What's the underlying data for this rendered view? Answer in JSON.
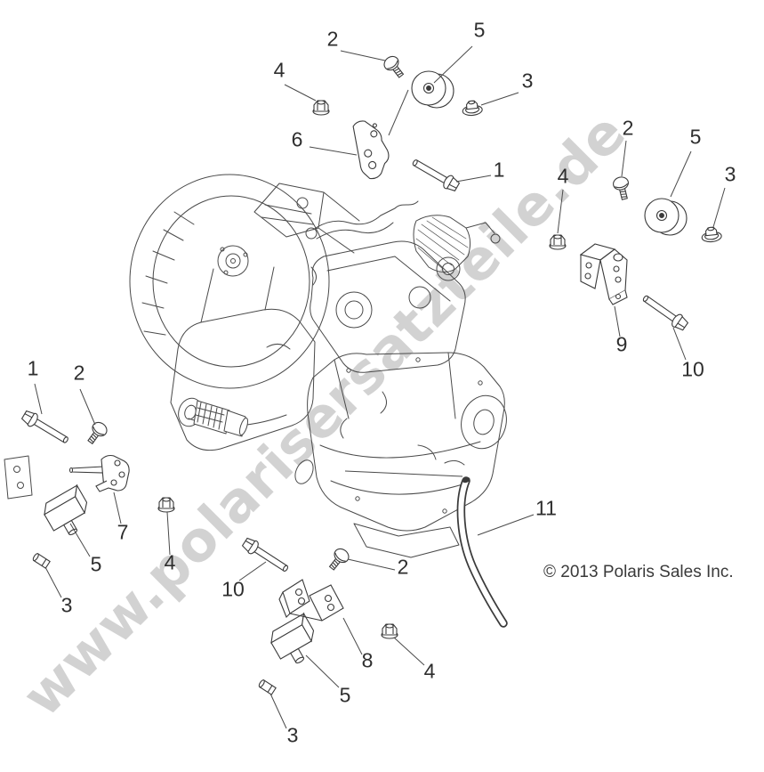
{
  "page": {
    "background_color": "#ffffff"
  },
  "watermark": {
    "text": "www.polarisersatzteile.de",
    "color": "#d2d2d2"
  },
  "footer": {
    "copyright": "© 2013 Polaris Sales Inc."
  },
  "diagram": {
    "description": "Exploded parts view of engine and transmission mounting hardware",
    "ink_color": "#3b3b3b",
    "callouts": [
      {
        "label": "2",
        "part": "carriage-screw-top"
      },
      {
        "label": "4",
        "part": "flange-nut-top"
      },
      {
        "label": "6",
        "part": "mount-bracket-top"
      },
      {
        "label": "5",
        "part": "isolator-disc-top"
      },
      {
        "label": "3",
        "part": "lock-nut-top"
      },
      {
        "label": "1",
        "part": "flange-bolt-top"
      },
      {
        "label": "2",
        "part": "carriage-screw-right"
      },
      {
        "label": "4",
        "part": "flange-nut-right"
      },
      {
        "label": "5",
        "part": "isolator-disc-right"
      },
      {
        "label": "3",
        "part": "lock-nut-right"
      },
      {
        "label": "9",
        "part": "engine-bracket-right"
      },
      {
        "label": "10",
        "part": "flange-bolt-right"
      },
      {
        "label": "1",
        "part": "flange-bolt-left"
      },
      {
        "label": "2",
        "part": "carriage-screw-left"
      },
      {
        "label": "7",
        "part": "mount-bracket-left"
      },
      {
        "label": "5",
        "part": "rubber-mount-left"
      },
      {
        "label": "4",
        "part": "flange-nut-left"
      },
      {
        "label": "3",
        "part": "stud-left"
      },
      {
        "label": "10",
        "part": "flange-bolt-bottom"
      },
      {
        "label": "2",
        "part": "carriage-screw-bottom"
      },
      {
        "label": "8",
        "part": "engine-bracket-bottom"
      },
      {
        "label": "5",
        "part": "rubber-mount-bottom"
      },
      {
        "label": "4",
        "part": "flange-nut-bottom"
      },
      {
        "label": "3",
        "part": "stud-bottom"
      },
      {
        "label": "11",
        "part": "vent-hose"
      }
    ]
  }
}
